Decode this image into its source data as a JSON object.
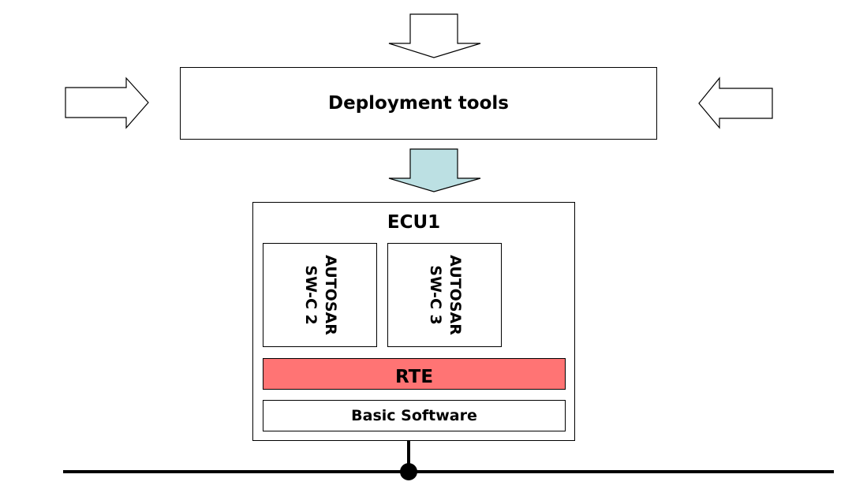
{
  "diagram": {
    "deployment_box": {
      "label": "Deployment tools"
    },
    "ecu": {
      "title": "ECU1",
      "software_components": [
        {
          "line1": "AUTOSAR",
          "line2": "SW-C 2"
        },
        {
          "line1": "AUTOSAR",
          "line2": "SW-C 3"
        }
      ],
      "rte": {
        "label": "RTE"
      },
      "basic_software": {
        "label": "Basic Software"
      }
    }
  },
  "colors": {
    "rte_fill": "#ff7474",
    "deploy_arrow_fill": "#bce0e3"
  }
}
